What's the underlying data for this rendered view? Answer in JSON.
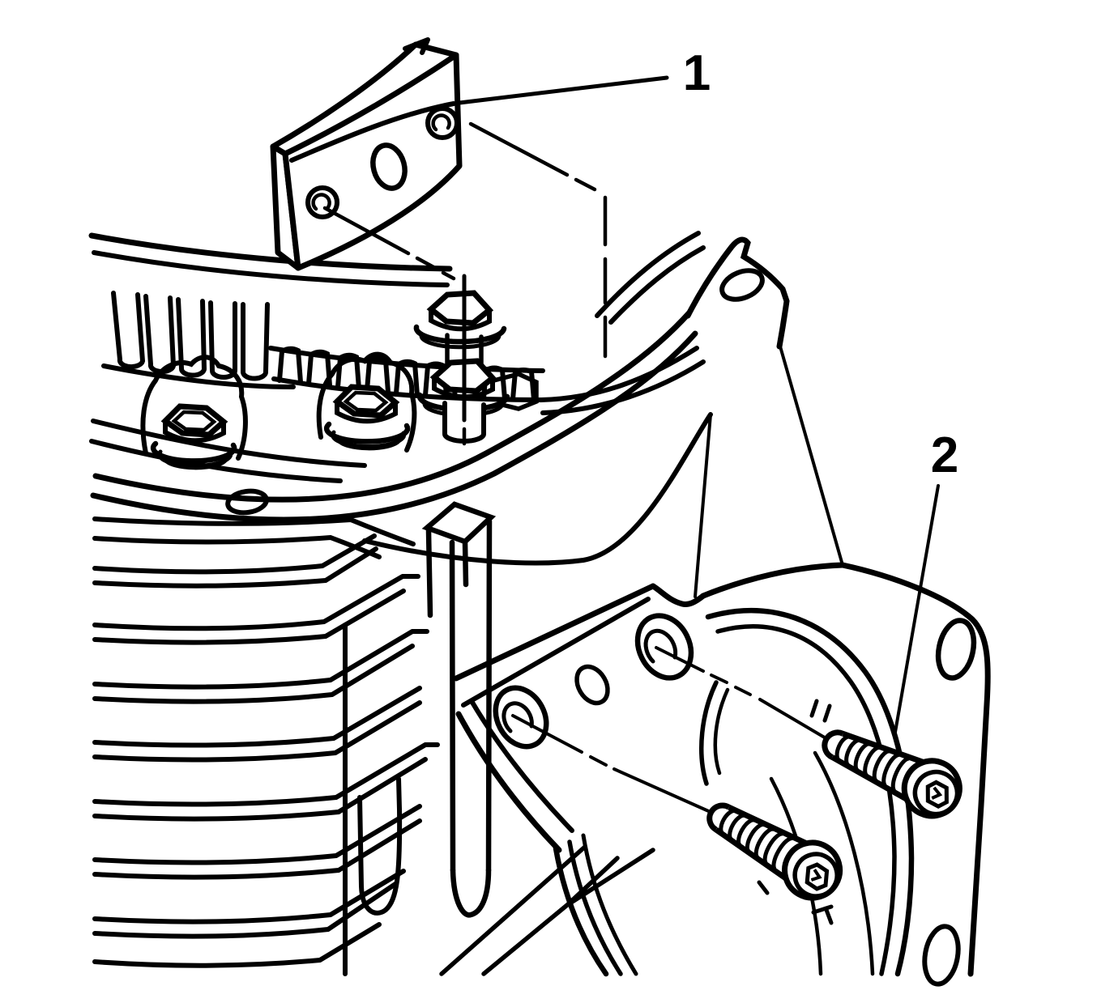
{
  "figure": {
    "type": "technical-line-illustration",
    "background_color": "#ffffff",
    "ink_color": "#000000",
    "callouts": [
      {
        "label": "1"
      },
      {
        "label": "2"
      }
    ]
  }
}
